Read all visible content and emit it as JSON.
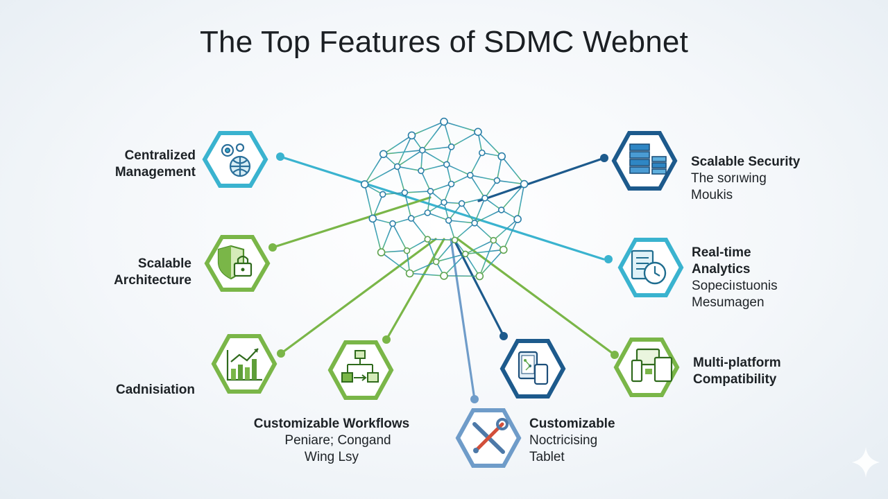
{
  "title": "The Top Features of SDMC Webnet",
  "colors": {
    "teal": "#3ab3cf",
    "green": "#7ab648",
    "navy": "#1d5a8c",
    "steel": "#6f9cc9"
  },
  "features": [
    {
      "id": "centralized",
      "label_lines": [
        "Centralized",
        "Management"
      ],
      "icon": "gears-globe-icon",
      "color": "teal"
    },
    {
      "id": "scalable-architecture",
      "label_lines": [
        "Scalable",
        "Architecture"
      ],
      "icon": "shield-lock-icon",
      "color": "green"
    },
    {
      "id": "cadnisiation",
      "label_lines": [
        "Cadnisiation"
      ],
      "icon": "bar-chart-icon",
      "color": "green"
    },
    {
      "id": "workflows",
      "label_lines": [
        "Customizable Workflows"
      ],
      "sub_lines": [
        "Peniare; Congand",
        "Wing Lsy"
      ],
      "icon": "flowchart-icon",
      "color": "green"
    },
    {
      "id": "customizable",
      "label_lines": [
        "Customizable"
      ],
      "sub_lines": [
        "Noctricising",
        "Tablet"
      ],
      "icon": "wrench-screwdriver-icon",
      "color": "steel"
    },
    {
      "id": "mobile",
      "label_lines": [],
      "icon": "tablet-phone-icon",
      "color": "navy"
    },
    {
      "id": "multiplatform",
      "label_lines": [
        "Multi-platform",
        "Compatibility"
      ],
      "icon": "devices-icon",
      "color": "green"
    },
    {
      "id": "analytics",
      "label_lines": [
        "Real-time",
        "Analytics"
      ],
      "sub_lines": [
        "Sopeciıstuonis",
        "Mesumagen"
      ],
      "icon": "report-clock-icon",
      "color": "teal"
    },
    {
      "id": "security",
      "label_lines": [
        "Scalable Security"
      ],
      "sub_lines": [
        "The sorıwing",
        "Moukis"
      ],
      "icon": "server-stack-icon",
      "color": "navy"
    }
  ]
}
